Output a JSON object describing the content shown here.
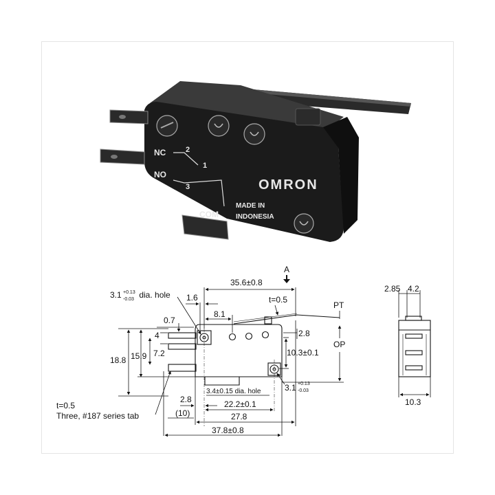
{
  "photo": {
    "brand": "OMRON",
    "made_in_line1": "MADE IN",
    "made_in_line2": "INDONESIA",
    "terminal_nc": "NC",
    "terminal_no": "NO",
    "terminal_com": "COM",
    "pin_2": "2",
    "pin_1": "1",
    "pin_3": "3"
  },
  "drawing": {
    "actuator_label": "A",
    "dim_35_6": "35.6±0.8",
    "dim_hole_left_main": "3.1",
    "dim_hole_left_tol_plus": "+0.13",
    "dim_hole_left_tol_minus": "-0.03",
    "dim_hole_left_suffix": " dia. hole",
    "dim_1_6": "1.6",
    "dim_t05_top": "t=0.5",
    "dim_pt": "PT",
    "dim_op": "OP",
    "dim_8_1": "8.1",
    "dim_0_7": "0.7",
    "dim_4": "4",
    "dim_2_8_right": "2.8",
    "dim_18_8": "18.8",
    "dim_15_9": "15.9",
    "dim_7_2": "7.2",
    "dim_10_3_01": "10.3±0.1",
    "dim_hole_small": "3.4±0.15 dia. hole",
    "dim_hole_right_main": "3.1",
    "dim_hole_right_tol_plus": "+0.13",
    "dim_hole_right_tol_minus": "-0.03",
    "tab_note_line1": "t=0.5",
    "tab_note_line2": "Three, #187 series tab",
    "dim_2_8_bottom": "2.8",
    "dim_10_paren": "(10)",
    "dim_22_2": "22.2±0.1",
    "dim_27_8": "27.8",
    "dim_37_8": "37.8±0.8"
  },
  "side_view": {
    "dim_2_85": "2.85",
    "dim_4_2": "4.2",
    "dim_10_3": "10.3"
  }
}
